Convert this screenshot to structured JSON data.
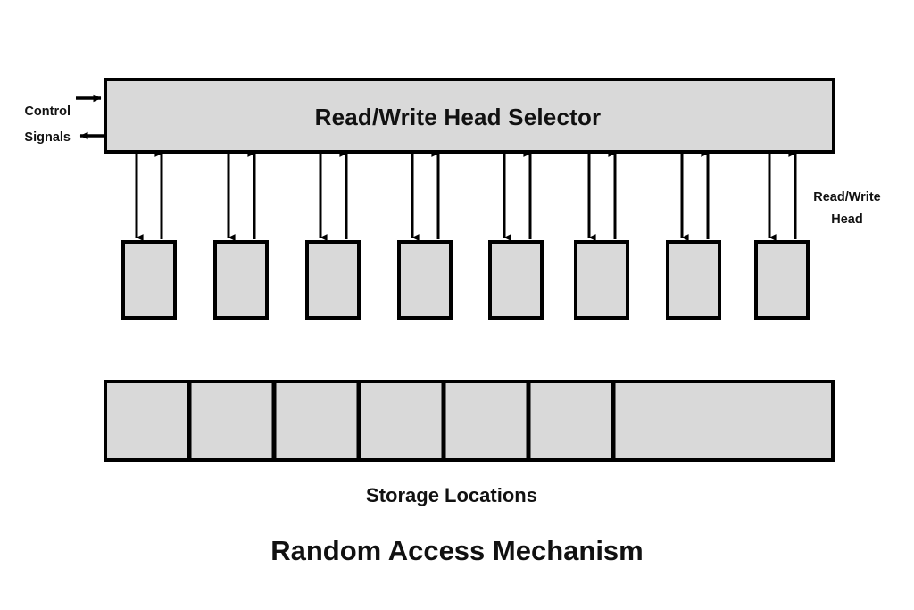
{
  "figure": {
    "title": "Random Access Mechanism",
    "selector_box": {
      "label": "Read/Write Head Selector",
      "fill_color": "#d9d9d9",
      "stroke_color": "#000000"
    },
    "control_signals": {
      "line1": "Control",
      "line2": "Signals",
      "inbound_arrow": "arrow-right-icon",
      "outbound_arrow": "arrow-left-icon"
    },
    "head_label": {
      "line1": "Read/Write",
      "line2": "Head"
    },
    "storage_label": "Storage Locations",
    "heads": [
      {
        "index": 1,
        "name": "read-write-head-1"
      },
      {
        "index": 2,
        "name": "read-write-head-2"
      },
      {
        "index": 3,
        "name": "read-write-head-3"
      },
      {
        "index": 4,
        "name": "read-write-head-4"
      },
      {
        "index": 5,
        "name": "read-write-head-5"
      },
      {
        "index": 6,
        "name": "read-write-head-6"
      },
      {
        "index": 7,
        "name": "read-write-head-7"
      },
      {
        "index": 8,
        "name": "read-write-head-8"
      }
    ],
    "storage_cells": [
      {
        "index": 1
      },
      {
        "index": 2
      },
      {
        "index": 3
      },
      {
        "index": 4
      },
      {
        "index": 5
      },
      {
        "index": 6
      },
      {
        "index": 7
      }
    ],
    "colors": {
      "fill": "#d9d9d9",
      "stroke": "#000000",
      "background": "#ffffff",
      "text": "#111111"
    }
  }
}
